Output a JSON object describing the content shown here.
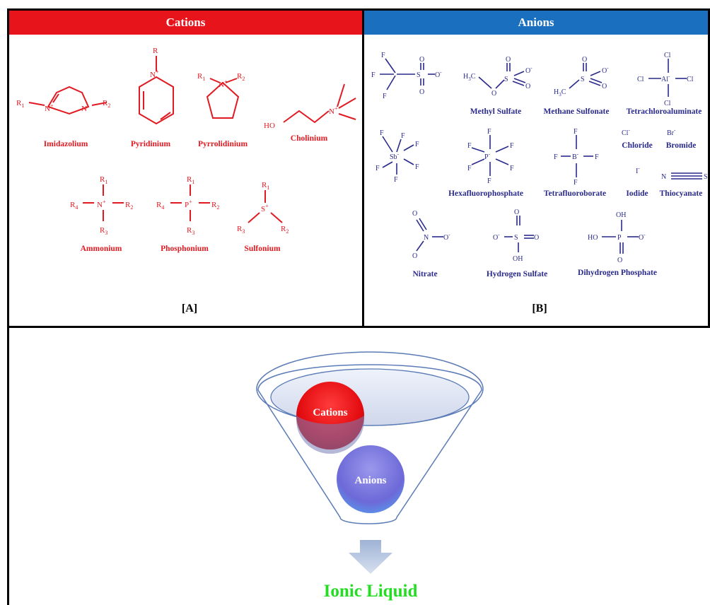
{
  "panels": {
    "cations": {
      "header": "Cations",
      "tag": "[A]",
      "names": {
        "imidazolium": "Imidazolium",
        "pyridinium": "Pyridinium",
        "pyrrolidinium": "Pyrrolidinium",
        "cholinium": "Cholinium",
        "ammonium": "Ammonium",
        "phosphonium": "Phosphonium",
        "sulfonium": "Sulfonium"
      }
    },
    "anions": {
      "header": "Anions",
      "tag": "[B]",
      "names": {
        "methyl_sulfate": "Methyl Sulfate",
        "methane_sulfonate": "Methane Sulfonate",
        "tetrachloroaluminate": "Tetrachloroaluminate",
        "chloride": "Chloride",
        "bromide": "Bromide",
        "hexafluorophosphate": "Hexafluorophosphate",
        "tetrafluoroborate": "Tetrafluoroborate",
        "iodide": "Iodide",
        "thiocyanate": "Thiocyanate",
        "nitrate": "Nitrate",
        "hydrogen_sulfate": "Hydrogen Sulfate",
        "dihydrogen_phosphate": "Dihydrogen Phosphate"
      }
    }
  },
  "funnel": {
    "cations_label": "Cations",
    "anions_label": "Anions",
    "product_label": "Ionic Liquid"
  },
  "colors": {
    "cation": "#e11a22",
    "anion": "#2a2a8c",
    "cations_header_bg": "#e8141b",
    "anions_header_bg": "#1b6fbf",
    "product_text": "#22dd22"
  }
}
